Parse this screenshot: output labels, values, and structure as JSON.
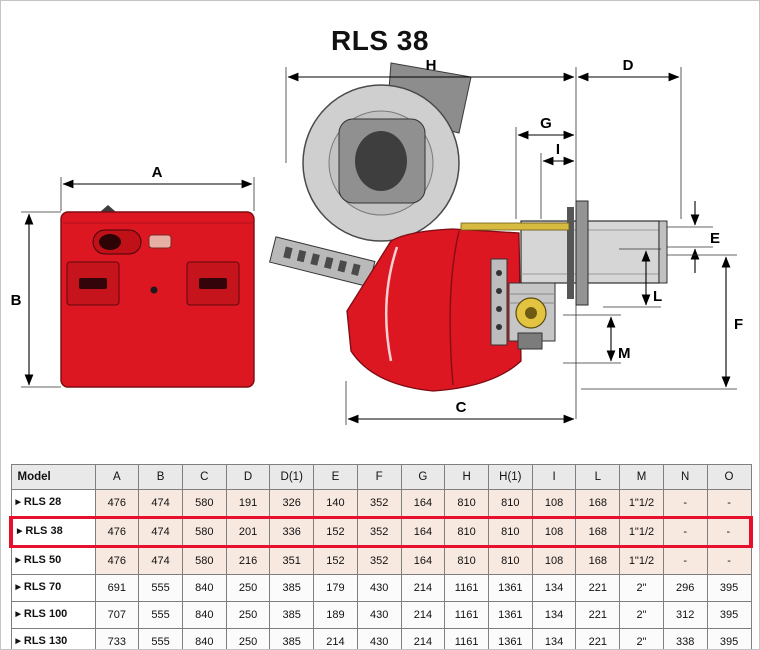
{
  "title": "RLS 38",
  "icons": {
    "row_marker": "▶"
  },
  "diagram": {
    "front_labels": {
      "a": "A",
      "b": "B"
    },
    "side_labels": {
      "h": "H",
      "d": "D",
      "g": "G",
      "i": "I",
      "e": "E",
      "l": "L",
      "f": "F",
      "m": "M",
      "c": "C"
    }
  },
  "table": {
    "columns": [
      "Model",
      "A",
      "B",
      "C",
      "D",
      "D(1)",
      "E",
      "F",
      "G",
      "H",
      "H(1)",
      "I",
      "L",
      "M",
      "N",
      "O"
    ],
    "rows": [
      {
        "model": "RLS 28",
        "highlight": false,
        "values": [
          "476",
          "474",
          "580",
          "191",
          "326",
          "140",
          "352",
          "164",
          "810",
          "810",
          "108",
          "168",
          "1\"1/2",
          "-",
          "-"
        ]
      },
      {
        "model": "RLS 38",
        "highlight": true,
        "values": [
          "476",
          "474",
          "580",
          "201",
          "336",
          "152",
          "352",
          "164",
          "810",
          "810",
          "108",
          "168",
          "1\"1/2",
          "-",
          "-"
        ]
      },
      {
        "model": "RLS 50",
        "highlight": false,
        "values": [
          "476",
          "474",
          "580",
          "216",
          "351",
          "152",
          "352",
          "164",
          "810",
          "810",
          "108",
          "168",
          "1\"1/2",
          "-",
          "-"
        ]
      },
      {
        "model": "RLS 70",
        "highlight": false,
        "values": [
          "691",
          "555",
          "840",
          "250",
          "385",
          "179",
          "430",
          "214",
          "1161",
          "1361",
          "134",
          "221",
          "2\"",
          "296",
          "395"
        ]
      },
      {
        "model": "RLS 100",
        "highlight": false,
        "values": [
          "707",
          "555",
          "840",
          "250",
          "385",
          "189",
          "430",
          "214",
          "1161",
          "1361",
          "134",
          "221",
          "2\"",
          "312",
          "395"
        ]
      },
      {
        "model": "RLS 130",
        "highlight": false,
        "values": [
          "733",
          "555",
          "840",
          "250",
          "385",
          "214",
          "430",
          "214",
          "1161",
          "1361",
          "134",
          "221",
          "2\"",
          "338",
          "395"
        ]
      }
    ]
  },
  "colors": {
    "burner_red": "#dc1722",
    "highlight_red": "#e8112d",
    "header_bg": "#e9e9e9",
    "tint_row_bg": "#f8e9e0",
    "accent_yellow": "#e2c440"
  }
}
